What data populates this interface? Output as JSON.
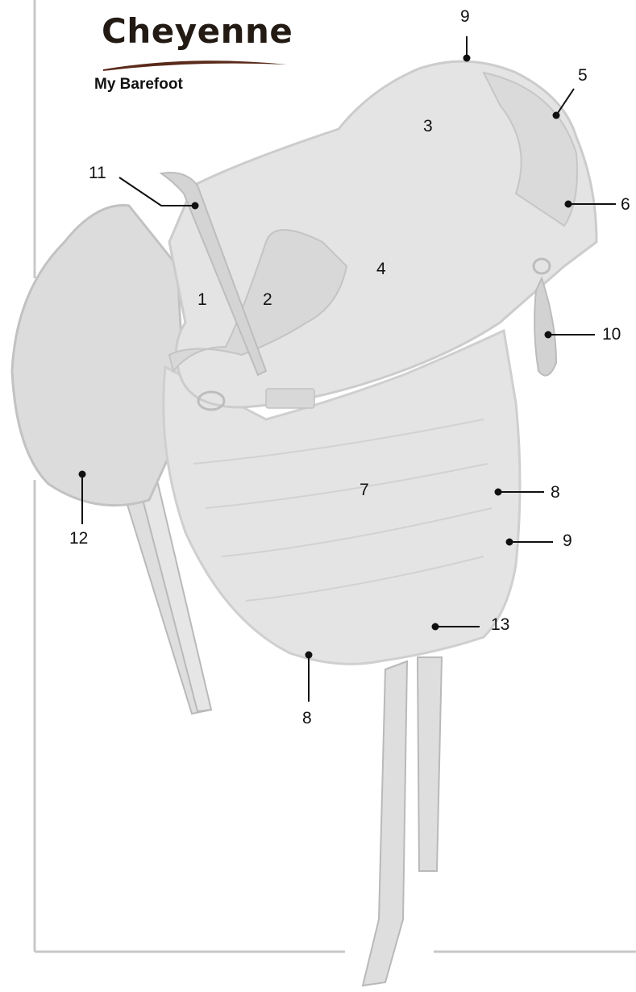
{
  "brand": {
    "title": "Cheyenne",
    "subtitle": "My Barefoot"
  },
  "colors": {
    "brand_text": "#231a14",
    "swoosh": "#5a2a1a",
    "saddle_fill": "#e4e4e4",
    "fleece": "#dcdcdc",
    "frame_line": "#c8c8c8",
    "leader": "#111111"
  },
  "labels": {
    "l1": "1",
    "l2": "2",
    "l3": "3",
    "l4": "4",
    "l5": "5",
    "l6": "6",
    "l7": "7",
    "l8a": "8",
    "l8b": "8",
    "l9a": "9",
    "l9b": "9",
    "l10": "10",
    "l11": "11",
    "l12": "12",
    "l13": "13"
  }
}
